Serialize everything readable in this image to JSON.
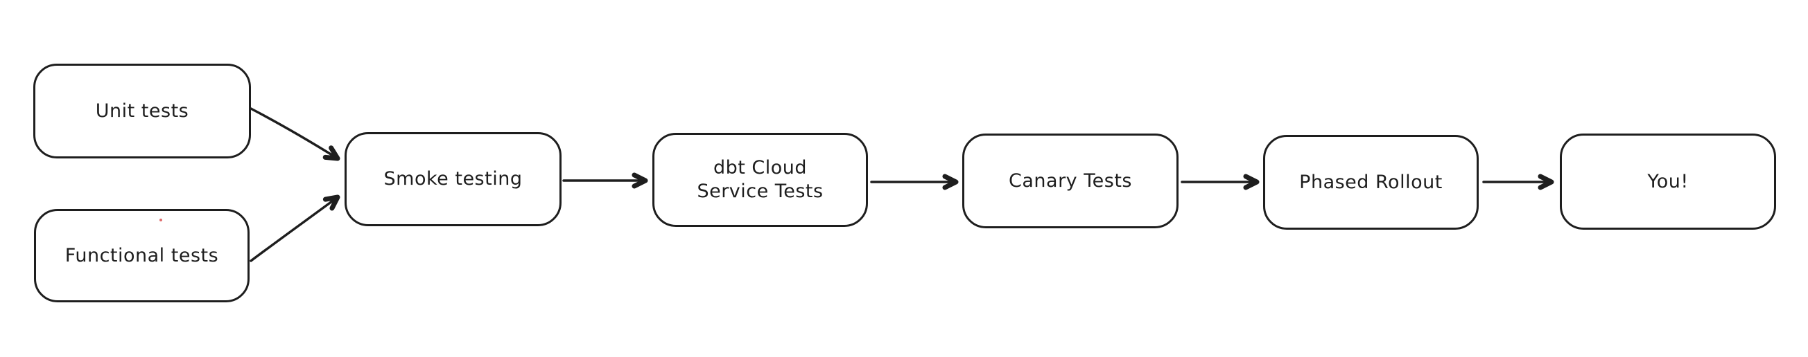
{
  "diagram": {
    "background_color": "#ffffff",
    "stroke_color": "#1e1e1e",
    "artifact_dot_color": "#e06c6c",
    "nodes": [
      {
        "id": "unit-tests",
        "label": "Unit tests"
      },
      {
        "id": "functional-tests",
        "label": "Functional tests"
      },
      {
        "id": "smoke-testing",
        "label": "Smoke testing"
      },
      {
        "id": "dbt-cloud",
        "label": "dbt Cloud\nService Tests"
      },
      {
        "id": "canary-tests",
        "label": "Canary Tests"
      },
      {
        "id": "phased-rollout",
        "label": "Phased Rollout"
      },
      {
        "id": "you",
        "label": "You!"
      }
    ],
    "edges": [
      {
        "from": "unit-tests",
        "to": "smoke-testing"
      },
      {
        "from": "functional-tests",
        "to": "smoke-testing"
      },
      {
        "from": "smoke-testing",
        "to": "dbt-cloud"
      },
      {
        "from": "dbt-cloud",
        "to": "canary-tests"
      },
      {
        "from": "canary-tests",
        "to": "phased-rollout"
      },
      {
        "from": "phased-rollout",
        "to": "you"
      }
    ]
  }
}
